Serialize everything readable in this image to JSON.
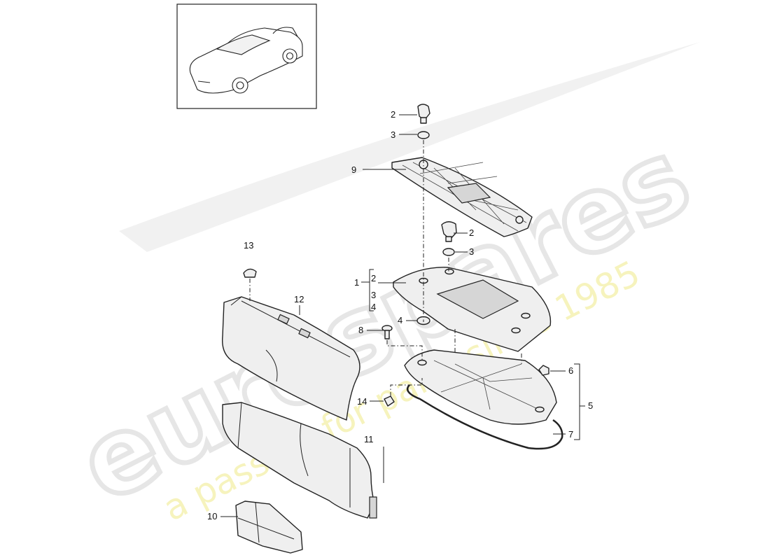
{
  "watermark": {
    "brand": "eurospares",
    "tagline": "a passion for parts since 1985"
  },
  "thumbnail": {
    "icon": "car-thumbnail-icon"
  },
  "callouts": {
    "c1": "1",
    "c2a": "2",
    "c2b": "2",
    "c2c": "2",
    "c3a": "3",
    "c3b": "3",
    "c3c": "3",
    "c4a": "4",
    "c4b": "4",
    "c5": "5",
    "c6": "6",
    "c7": "7",
    "c8": "8",
    "c9": "9",
    "c10": "10",
    "c11": "11",
    "c12": "12",
    "c13": "13",
    "c14": "14"
  }
}
